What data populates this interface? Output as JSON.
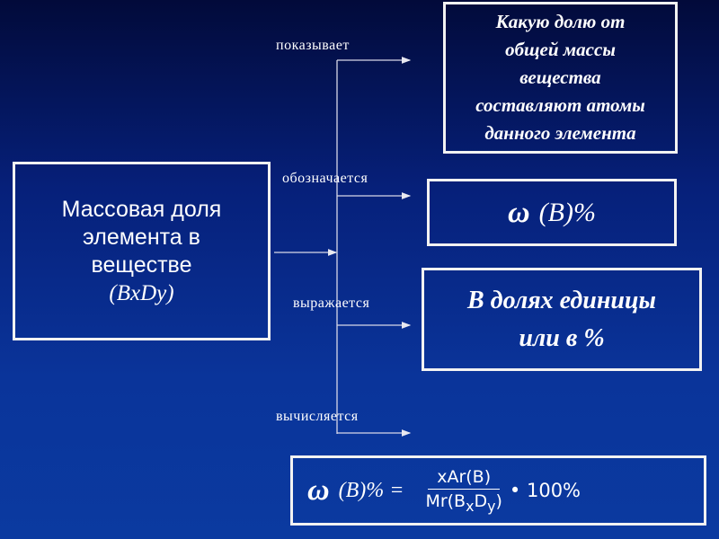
{
  "main_box": {
    "line1": "Массовая доля",
    "line2": "элемента в",
    "line3": "веществе",
    "formula": "(BxDy)"
  },
  "labels": {
    "shows": "показывает",
    "denoted": "обозначается",
    "expressed": "выражается",
    "calculated": "вычисляется"
  },
  "shows_box": {
    "lines": [
      "Какую долю  от",
      "общей массы",
      "вещества",
      "составляют атомы",
      "данного элемента"
    ]
  },
  "omega_box": {
    "symbol": "ω",
    "text": "(B)%"
  },
  "units_box": {
    "line1": "В долях единицы",
    "line2": "или   в %"
  },
  "formula_box": {
    "symbol": "ω",
    "lhs": "(B)% =",
    "numerator": "xAr(B)",
    "den_prefix": "Mr(B",
    "sub_x": "x",
    "den_mid": "D",
    "sub_y": "y",
    "den_suffix": ")",
    "multiplier": "• 100%"
  }
}
